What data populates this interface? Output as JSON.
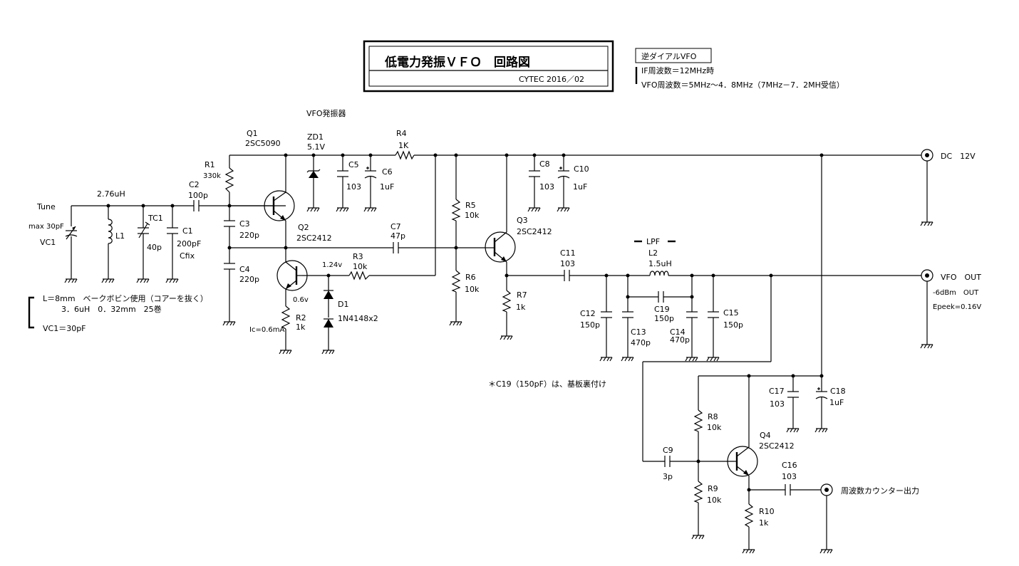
{
  "title_block": {
    "title": "低電力発振ＶＦＯ　回路図",
    "subtitle": "CYTEC  2016／02"
  },
  "notes": {
    "box_label": "逆ダイアルVFO",
    "line1": "IF周波数＝12MHz時",
    "line2": "VFO周波数＝5MHz～4．8MHz（7MHz－7．2MH受信）",
    "section_label": "VFO発振器",
    "c19_note": "＊C19（150pF）は、基板裏付け",
    "coil_note_1": "L＝8mm　ベークボビン使用（コアーを抜く）",
    "coil_note_2": "3．6uH　0．32mm　25巻",
    "coil_note_3": "VC1＝30pF"
  },
  "ports": {
    "dc_label": "DC　12V",
    "out_label": "VFO　OUT",
    "out_level": "-6dBm　OUT",
    "out_peak": "Epeek=0.16V",
    "counter_label": "周波数カウンター出力"
  },
  "labels": {
    "tune": "Tune",
    "vc1_value": "max 30pF",
    "vc1": "VC1",
    "l1_value": "2.76uH",
    "l1": "L1",
    "tc1": "TC1",
    "tc1_value": "40p",
    "c1": "C1",
    "c1_value": "200pF",
    "c1_note": "Cfix",
    "c2": "C2",
    "c2_value": "100p",
    "r1": "R1",
    "r1_value": "330k",
    "c3": "C3",
    "c3_value": "220p",
    "c4": "C4",
    "c4_value": "220p",
    "q1": "Q1",
    "q1_part": "2SC5090",
    "q2": "Q2",
    "q2_part": "2SC2412",
    "zd1": "ZD1",
    "zd1_value": "5.1V",
    "c5": "C5",
    "c5_value": "103",
    "c6": "C6",
    "c6_value": "1uF",
    "r4": "R4",
    "r4_value": "1K",
    "c7": "C7",
    "c7_value": "47p",
    "v_124": "1.24v",
    "r3": "R3",
    "r3_value": "10k",
    "d1": "D1",
    "d1_part": "1N4148x2",
    "v_06": "0.6v",
    "r2": "R2",
    "r2_value": "1k",
    "ic": "Ic=0.6mA",
    "r5": "R5",
    "r5_value": "10k",
    "r6": "R6",
    "r6_value": "10k",
    "q3": "Q3",
    "q3_part": "2SC2412",
    "r7": "R7",
    "r7_value": "1k",
    "c8": "C8",
    "c8_value": "103",
    "c10": "C10",
    "c10_value": "1uF",
    "c11": "C11",
    "c11_value": "103",
    "lpf": "LPF",
    "l2": "L2",
    "l2_value": "1.5uH",
    "c12": "C12",
    "c12_value": "150p",
    "c13": "C13",
    "c13_value": "470p",
    "c19": "C19",
    "c19_value": "150p",
    "c14": "C14",
    "c14_value": "470p",
    "c15": "C15",
    "c15_value": "150p",
    "c17": "C17",
    "c17_value": "103",
    "c18": "C18",
    "c18_value": "1uF",
    "r8": "R8",
    "r8_value": "10k",
    "c9": "C9",
    "c9_value": "3p",
    "r9": "R9",
    "r9_value": "10k",
    "q4": "Q4",
    "q4_part": "2SC2412",
    "c16": "C16",
    "c16_value": "103",
    "r10": "R10",
    "r10_value": "1k"
  }
}
